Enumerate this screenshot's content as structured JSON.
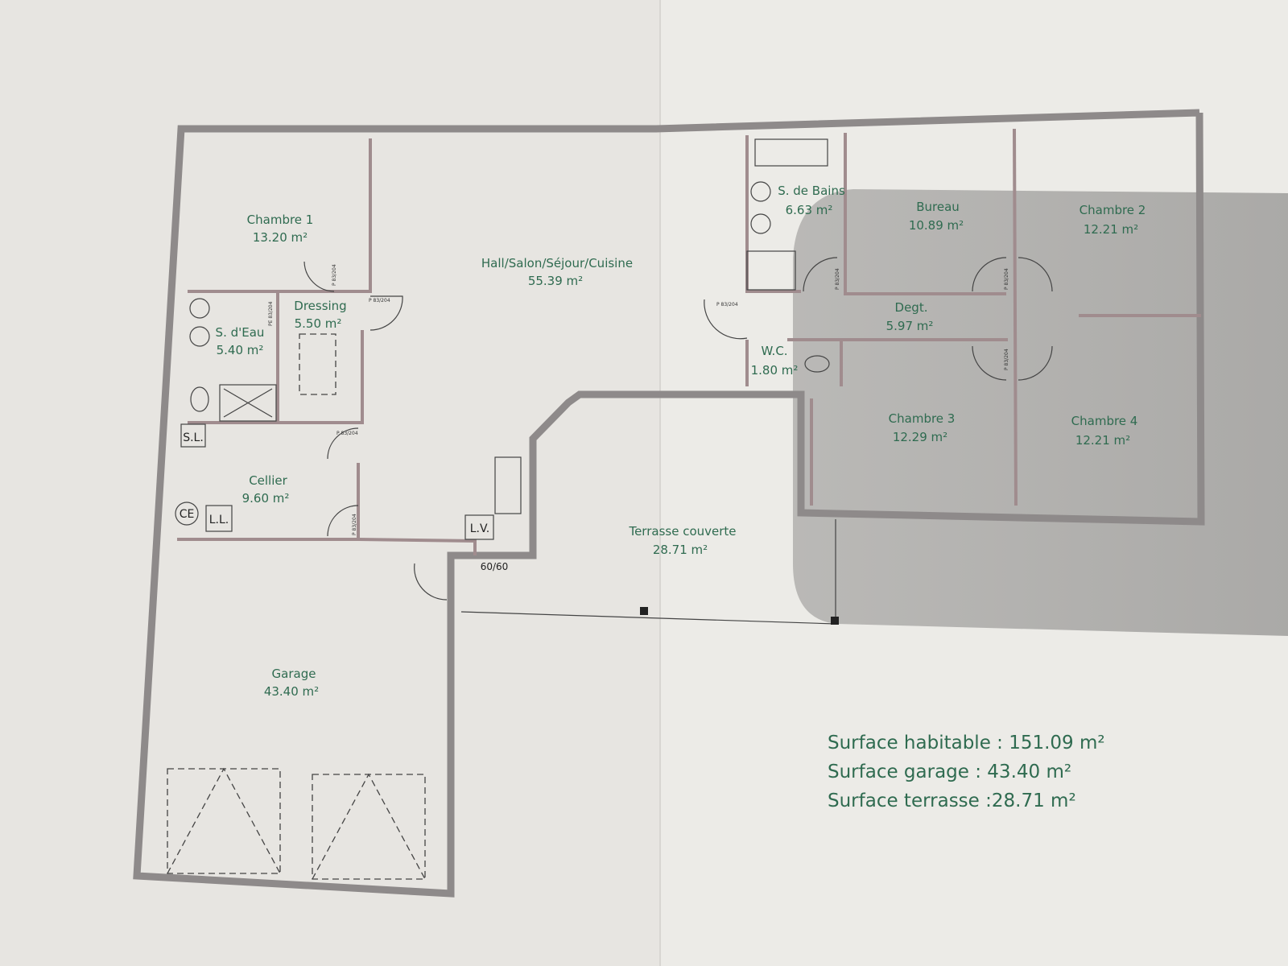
{
  "rooms": {
    "chambre1": {
      "name": "Chambre 1",
      "area": "13.20 m²"
    },
    "hall": {
      "name": "Hall/Salon/Séjour/Cuisine",
      "area": "55.39 m²"
    },
    "dressing": {
      "name": "Dressing",
      "area": "5.50 m²"
    },
    "sdeau": {
      "name": "S. d'Eau",
      "area": "5.40 m²"
    },
    "cellier": {
      "name": "Cellier",
      "area": "9.60 m²"
    },
    "garage": {
      "name": "Garage",
      "area": "43.40 m²"
    },
    "sdebains": {
      "name": "S. de Bains",
      "area": "6.63 m²"
    },
    "bureau": {
      "name": "Bureau",
      "area": "10.89 m²"
    },
    "chambre2": {
      "name": "Chambre 2",
      "area": "12.21 m²"
    },
    "degt": {
      "name": "Degt.",
      "area": "5.97 m²"
    },
    "wc": {
      "name": "W.C.",
      "area": "1.80 m²"
    },
    "chambre3": {
      "name": "Chambre 3",
      "area": "12.29 m²"
    },
    "chambre4": {
      "name": "Chambre 4",
      "area": "12.21 m²"
    },
    "terrasse": {
      "name": "Terrasse couverte",
      "area": "28.71 m²"
    }
  },
  "fixtures": {
    "sl": "S.L.",
    "ce": "CE",
    "ll": "L.L.",
    "lv": "L.V.",
    "tile": "60/60"
  },
  "doors": {
    "p": "P 83/204",
    "pe": "PE 83/204"
  },
  "summary": [
    "Surface habitable : 151.09 m²",
    "Surface garage : 43.40 m²",
    "Surface terrasse :28.71 m²"
  ],
  "colors": {
    "text": "#2f6b50",
    "wall": "#8e8a8a",
    "paper": "#ecebe7"
  }
}
